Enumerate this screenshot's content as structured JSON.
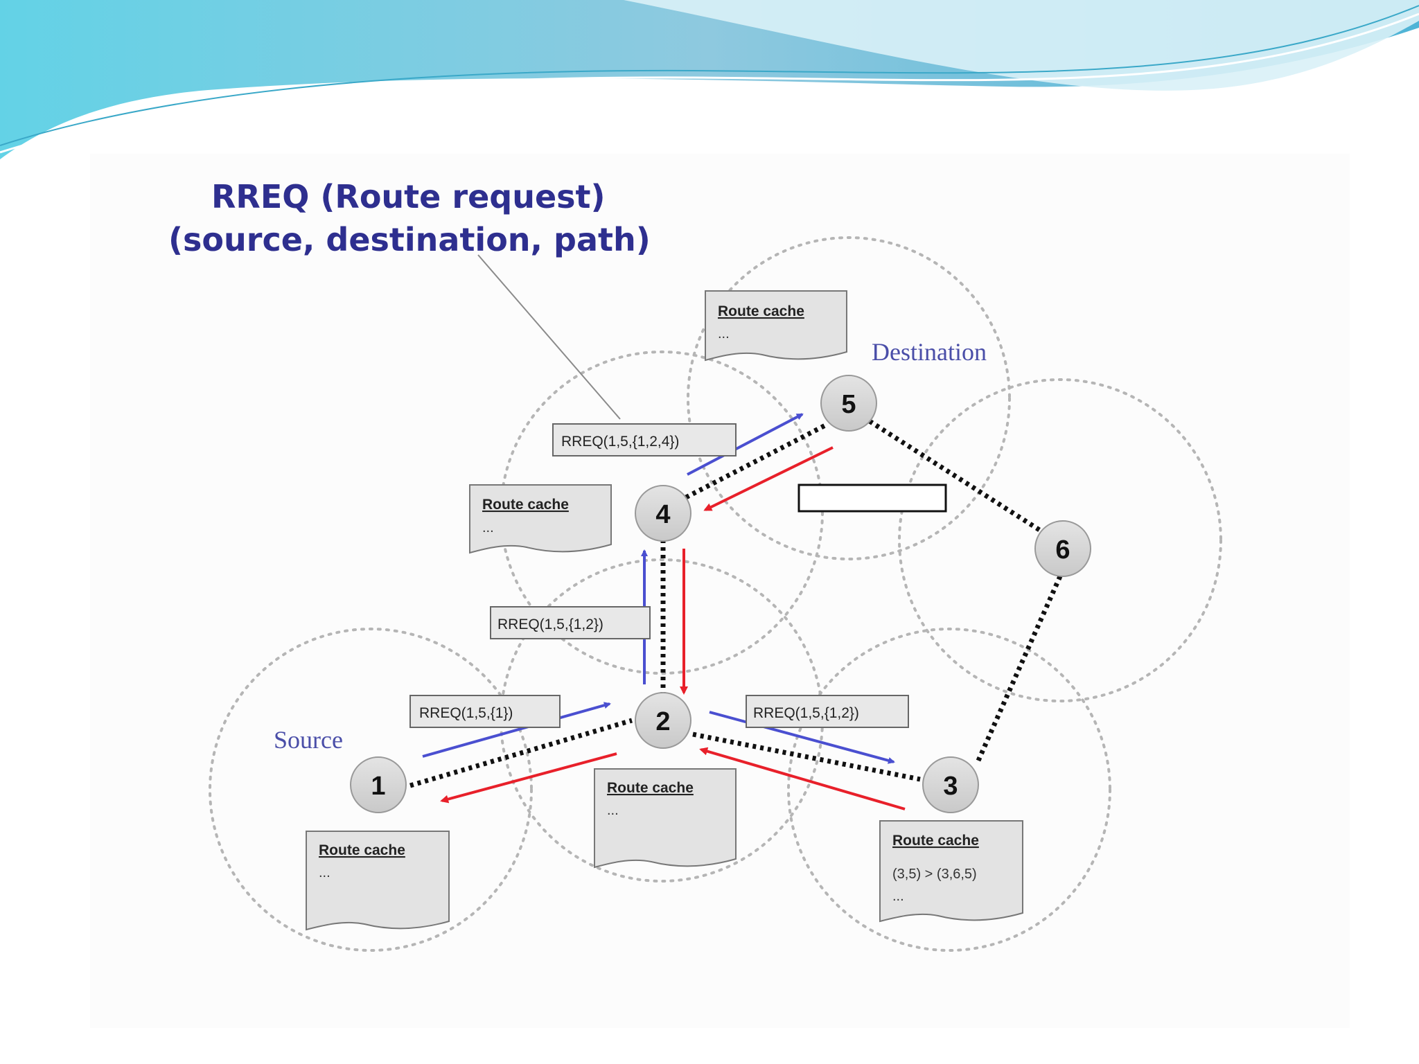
{
  "title": {
    "line1": "RREQ (Route request)",
    "line2": "(source, destination, path)"
  },
  "labels": {
    "source": "Source",
    "destination": "Destination"
  },
  "nodes": [
    {
      "id": "1",
      "label": "1"
    },
    {
      "id": "2",
      "label": "2"
    },
    {
      "id": "3",
      "label": "3"
    },
    {
      "id": "4",
      "label": "4"
    },
    {
      "id": "5",
      "label": "5"
    },
    {
      "id": "6",
      "label": "6"
    }
  ],
  "messages": {
    "m12": "RREQ(1,5,{1})",
    "m24": "RREQ(1,5,{1,2})",
    "m23": "RREQ(1,5,{1,2})",
    "m45": "RREQ(1,5,{1,2,4})"
  },
  "caches": {
    "n1": {
      "title": "Route cache",
      "lines": [
        "..."
      ]
    },
    "n2": {
      "title": "Route cache",
      "lines": [
        "..."
      ]
    },
    "n3": {
      "title": "Route cache",
      "lines": [
        "(3,5) > (3,6,5)",
        "..."
      ]
    },
    "n4": {
      "title": "Route cache",
      "lines": [
        "..."
      ]
    },
    "n5": {
      "title": "Route cache",
      "lines": [
        "..."
      ]
    }
  },
  "colors": {
    "request_arrow": "#4a4fd0",
    "reply_arrow": "#e8202a",
    "path": "#111111",
    "range_circle": "#b5b5b5",
    "header_wave": "#7ecfe3"
  }
}
